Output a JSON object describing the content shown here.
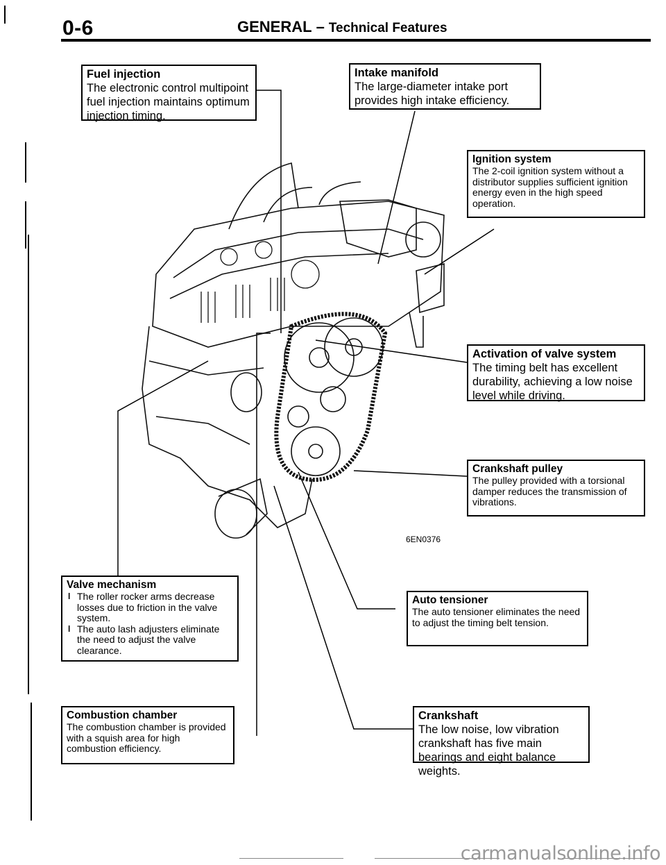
{
  "header": {
    "page_number": "0-6",
    "section": "GENERAL",
    "separator": "–",
    "subtitle": "Technical Features"
  },
  "figure": {
    "code": "6EN0376"
  },
  "callouts": {
    "fuel_injection": {
      "title": "Fuel injection",
      "text": "The electronic control multipoint fuel injection maintains optimum injection timing."
    },
    "intake_manifold": {
      "title": "Intake manifold",
      "text": "The large-diameter intake port provides high intake efficiency."
    },
    "ignition_system": {
      "title": "Ignition system",
      "text": "The 2-coil ignition system without a distributor supplies sufficient ignition energy even in the high speed operation."
    },
    "valve_activation": {
      "title": "Activation of valve system",
      "text": "The timing belt has excellent durability, achieving a low noise level while driving."
    },
    "crankshaft_pulley": {
      "title": "Crankshaft pulley",
      "text": "The pulley provided with a torsional damper reduces the transmission of vibrations."
    },
    "valve_mechanism": {
      "title": "Valve mechanism",
      "items": [
        "The roller rocker arms decrease losses due to friction in the valve system.",
        "The auto lash adjusters eliminate the need to adjust the valve clearance."
      ]
    },
    "auto_tensioner": {
      "title": "Auto tensioner",
      "text": "The auto tensioner eliminates the need to adjust the timing belt tension."
    },
    "combustion_chamber": {
      "title": "Combustion chamber",
      "text": "The combustion chamber is provided with a squish area for high combustion efficiency."
    },
    "crankshaft": {
      "title": "Crankshaft",
      "text": "The low noise, low vibration crankshaft has five main bearings and eight balance weights."
    }
  },
  "watermark": "carmanualsonline.info"
}
